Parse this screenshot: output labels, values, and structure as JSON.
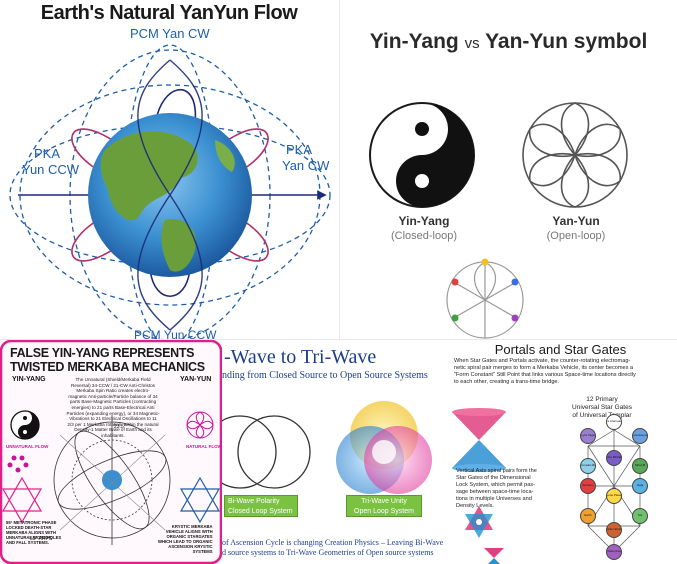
{
  "panel_earth": {
    "title": "Earth's Natural YanYun Flow",
    "top_label": "PCM Yan CW",
    "left_label_1": "PKA",
    "left_label_2": "Yun CCW",
    "right_label_1": "PKA",
    "right_label_2": "Yan CW",
    "bottom_label": "PCM Yun CCW",
    "colors": {
      "title": "#1a1a1a",
      "label": "#1e5ea8",
      "magenta": "#b0306a",
      "navy": "#1c2a78",
      "ocean": "#3a8fd0",
      "land": "#6a9e3a"
    }
  },
  "panel_yinyang": {
    "title_left": "Yin-Yang",
    "title_vs": "vs",
    "title_right": "Yan-Yun symbol",
    "left_caption": "Yin-Yang",
    "left_sub": "(Closed-loop)",
    "right_caption": "Yan-Yun",
    "right_sub": "(Open-loop)"
  },
  "panel_false": {
    "title_1": "FALSE YIN-YANG REPRESENTS",
    "title_2": "TWISTED MERKABA MECHANICS",
    "label_yinyang": "YIN-YANG",
    "label_yanyun": "YAN-YUN",
    "unnatural_flow": "UNNATURAL FLOW",
    "natural_flow": "NATURAL FLOW",
    "body_1": "The Unnatural (Shield/Merkaba Field",
    "body_2": "Reversal) 34-CCW / 21-CW Anti-Christos",
    "body_3": "Merkaba Spin Ratio creates electro-",
    "body_4": "magnetic Anti-particle/Particle balance of 34",
    "body_5": "parts Base-Magnetic Particles (contracting",
    "body_6": "energies) to 21 parts Base-Electrical Anti",
    "body_7": "Particles (expanding energy), or 34 Magnetic-",
    "body_8": "Vibrations to 21 Electrical Oscillations to 11",
    "body_9": "2/3 per 1 Merkaba rotation, within the natural",
    "body_10": "Density-1 Matter Base of Earth and its",
    "body_11": "inhabitants.",
    "angle_1": "23.5°",
    "angle_2": "55° ARPS",
    "note_bottom_left_1": "55° METATRONIC PHASE",
    "note_bottom_left_2": "LOCKED DEATH-STAR",
    "note_bottom_left_3": "MERKABA ALIGNS WITH",
    "note_bottom_left_4": "UNNATURAL WORMHOLES",
    "note_bottom_left_5": "AND FALL SYSTEMS.",
    "note_bottom_right_1": "KRYSTIC MERKABA",
    "note_bottom_right_2": "VEHICLE ALIGNS WITH",
    "note_bottom_right_3": "ORGANIC STARGATES",
    "note_bottom_right_4": "WHICH LEAD TO ORGANIC",
    "note_bottom_right_5": "ASCENSION KRYSTIC",
    "note_bottom_right_6": "SYSTEMS",
    "colors": {
      "border": "#e0208a",
      "title": "#1a1a1a",
      "accent": "#c4169a"
    }
  },
  "panel_tri": {
    "title": "-Wave to Tri-Wave",
    "subtitle": "nding from Closed Source to Open Source Systems",
    "bi_label_1": "Bi-Wave Polarity",
    "bi_label_2": "Closed Loop System",
    "tri_label_1": "Tri-Wave Unity",
    "tri_label_2": "Open Loop System",
    "footer_1": "of Ascension Cycle is changing Creation Physics – Leaving Bi-Wave",
    "footer_2": "d source systems  to Tri-Wave Geometries of Open source systems",
    "colors": {
      "box": "#7cc242",
      "title": "#1a3e8a"
    }
  },
  "panel_portal": {
    "title": "Portals and Star Gates",
    "intro_1": "When Star Gates and Portals activate, the counter-rotating electromag-",
    "intro_2": "netic spiral pair merges to form a Merkaba Vehicle, its center becomes a",
    "intro_3": "\"Form Constant\" Still Point that links various Space-time locations directly",
    "intro_4": "to each other, creating a trans-time bridge.",
    "gates_1": "12 Primary",
    "gates_2": "Universal Star Gates",
    "gates_3": "of Universal Templar",
    "vert_1": "Vertical Axis spiral pairs form the",
    "vert_2": "Star Gates of the Dimensional",
    "vert_3": "Lock System, which permit pas-",
    "vert_4": "sage between space-time loca-",
    "vert_5": "tions in multiple Universes and",
    "vert_6": "Density Levels.",
    "nodes": [
      "Lyra Aramatena",
      "Lyra Vega",
      "Lyra Aveyon",
      "Andromeda Mirach",
      "Orion Mintaka",
      "Sirius B",
      "Arcturus",
      "Alcyone Pleiades",
      "Gaia",
      "Earth",
      "Epsilon Eridani",
      "Sol",
      "Theta Orion"
    ],
    "node_colors": [
      "#ffffff",
      "#9a7fd0",
      "#6a9fe0",
      "#8fd0e8",
      "#7b5bc8",
      "#58a858",
      "#e04040",
      "#ffd84a",
      "#5ab0e0",
      "#f0a030",
      "#d06030",
      "#70c070",
      "#a060c0"
    ]
  }
}
